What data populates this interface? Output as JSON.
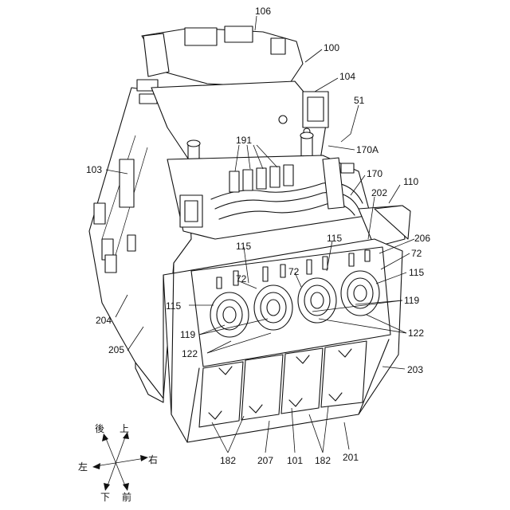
{
  "labels": {
    "l106": "106",
    "l100": "100",
    "l104": "104",
    "l51": "51",
    "l191": "191",
    "l170A": "170A",
    "l103": "103",
    "l170": "170",
    "l110": "110",
    "l202": "202",
    "l115a": "115",
    "l115b": "115",
    "l206": "206",
    "l72a": "72",
    "l72b": "72",
    "l72c": "72",
    "l115c": "115",
    "l115d": "115",
    "l119a": "119",
    "l119b": "119",
    "l122a": "122",
    "l122b": "122",
    "l204": "204",
    "l205": "205",
    "l203": "203",
    "l182a": "182",
    "l207": "207",
    "l101": "101",
    "l182b": "182",
    "l201": "201"
  },
  "directions": {
    "back": "後",
    "up": "上",
    "left": "左",
    "right": "右",
    "down": "下",
    "front": "前"
  }
}
